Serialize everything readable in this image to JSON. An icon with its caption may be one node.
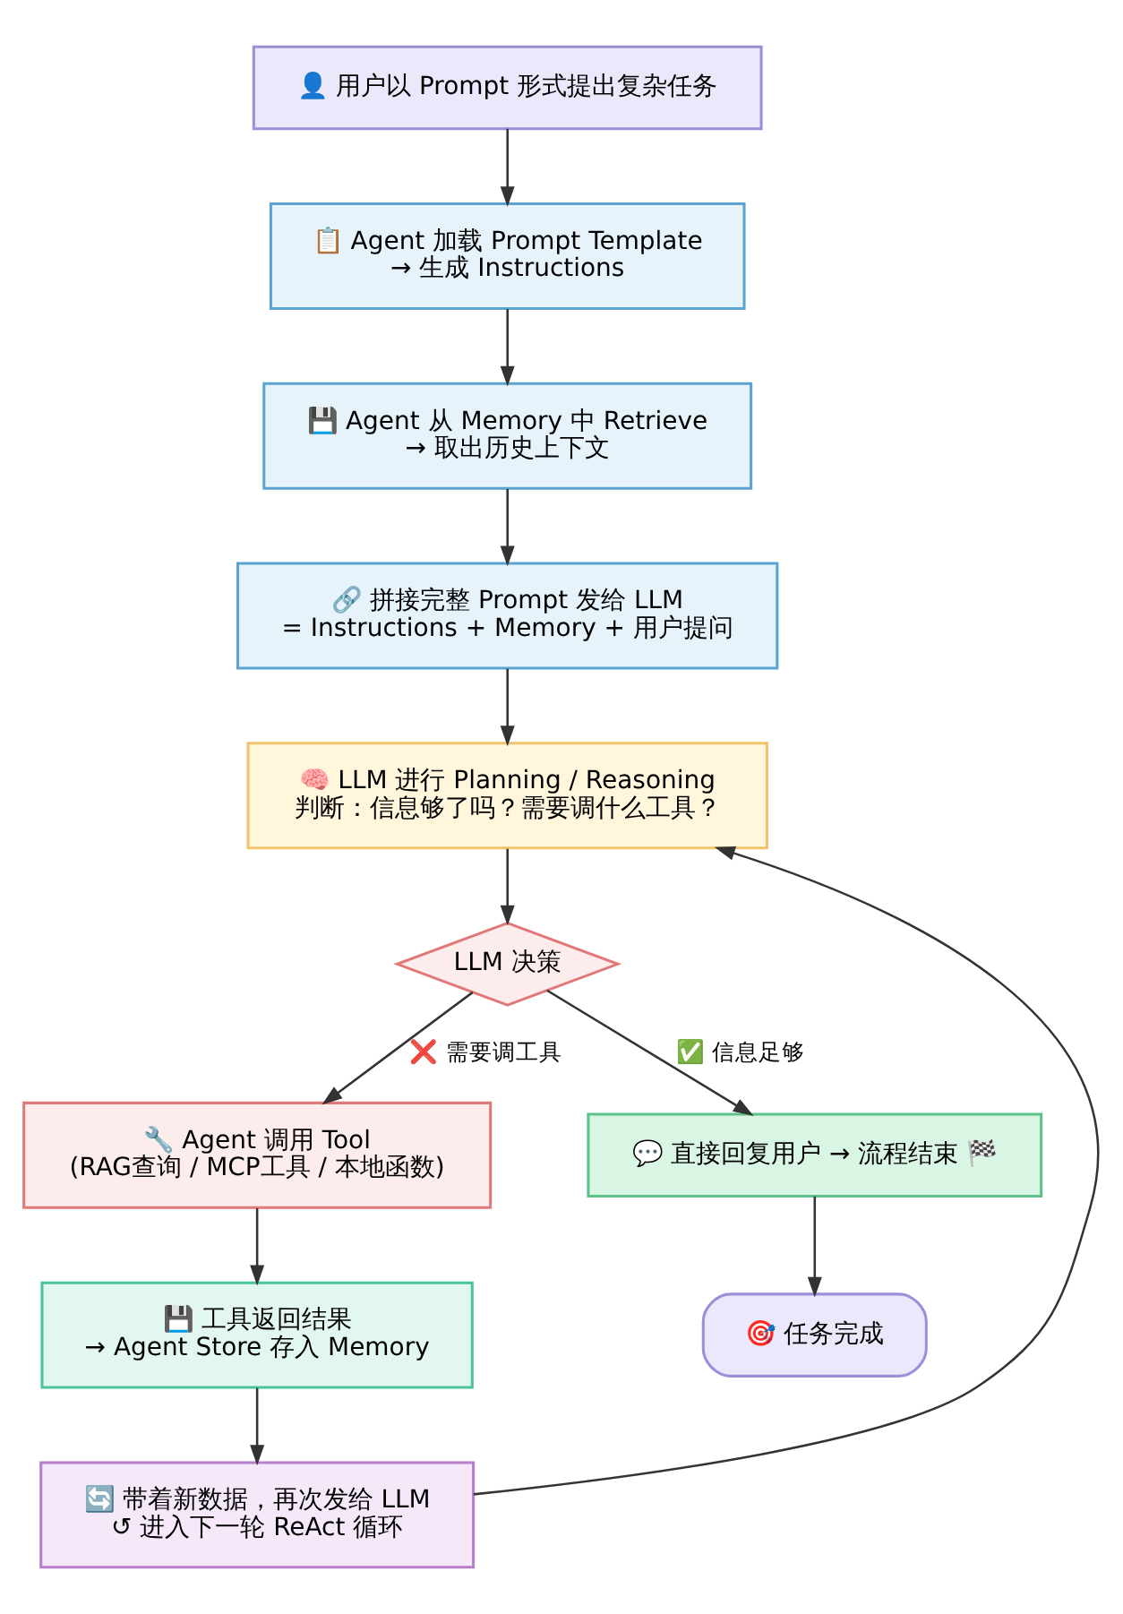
{
  "diagram": {
    "nodes": [
      {
        "text": [
          "👤 用户以 Prompt 形式提出复杂任务"
        ]
      },
      {
        "text": [
          "📋 Agent 加载 Prompt Template",
          "→ 生成 Instructions"
        ]
      },
      {
        "text": [
          "💾 Agent 从 Memory 中 Retrieve",
          "→ 取出历史上下文"
        ]
      },
      {
        "text": [
          "🔗 拼接完整 Prompt 发给 LLM",
          "= Instructions + Memory + 用户提问"
        ]
      },
      {
        "text": [
          "🧠 LLM 进行 Planning / Reasoning",
          "判断：信息够了吗？需要调什么工具？"
        ]
      },
      {
        "text": [
          "LLM 决策"
        ]
      },
      {
        "text": [
          "🔧 Agent 调用 Tool",
          "(RAG查询 / MCP工具 / 本地函数)"
        ]
      },
      {
        "text": [
          "💬 直接回复用户 → 流程结束 🏁"
        ]
      },
      {
        "text": [
          "💾 工具返回结果",
          "→ Agent Store 存入 Memory"
        ]
      },
      {
        "text": [
          "🎯 任务完成"
        ]
      },
      {
        "text": [
          "🔄 带着新数据，再次发给 LLM",
          "↺ 进入下一轮 ReAct 循环"
        ]
      }
    ],
    "edges": [
      {
        "from": 0,
        "to": 1,
        "arrow": "to"
      },
      {
        "from": 1,
        "to": 2,
        "arrow": "to"
      },
      {
        "from": 2,
        "to": 3,
        "arrow": "to"
      },
      {
        "from": 3,
        "to": 4,
        "arrow": "to"
      },
      {
        "from": 4,
        "to": 5,
        "arrow": "to"
      },
      {
        "from": 5,
        "to": 6,
        "arrow": "to",
        "label": "❌ 需要调工具"
      },
      {
        "from": 5,
        "to": 7,
        "arrow": "to",
        "label": "✅ 信息足够"
      },
      {
        "from": 6,
        "to": 8,
        "arrow": "to"
      },
      {
        "from": 7,
        "to": 9,
        "arrow": "to"
      },
      {
        "from": 8,
        "to": 10,
        "arrow": "to"
      },
      {
        "from": 10,
        "to": 4,
        "arrow": "to"
      }
    ]
  }
}
